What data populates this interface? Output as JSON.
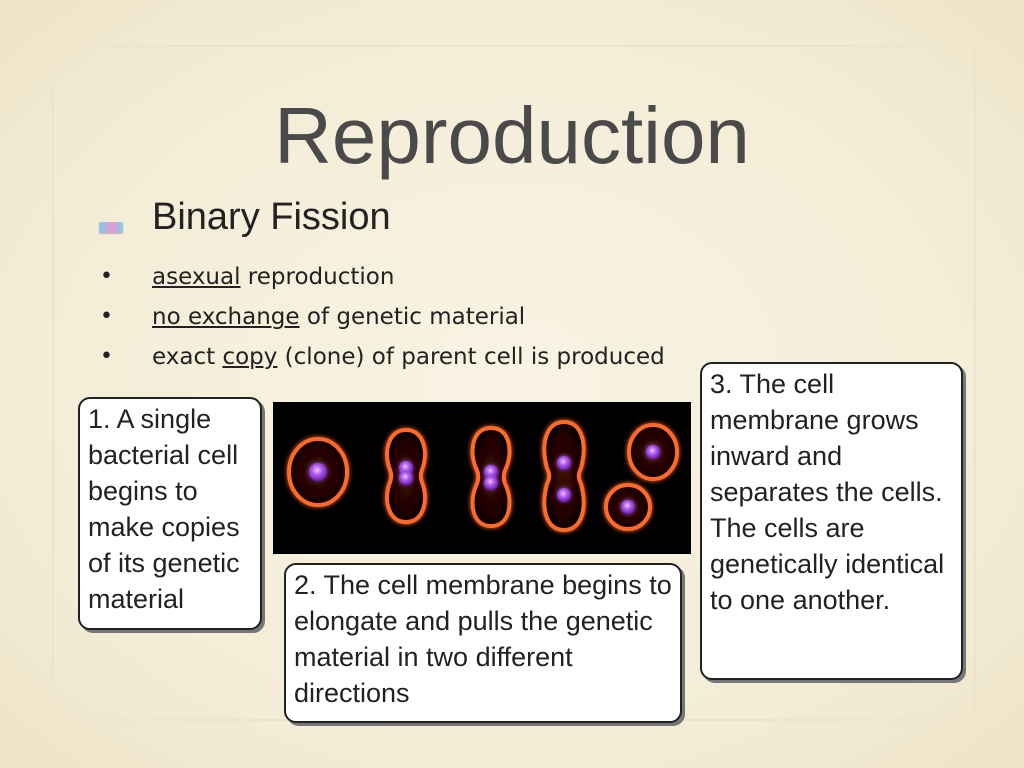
{
  "title": "Reproduction",
  "heading": "Binary Fission",
  "bullets": [
    {
      "u": "asexual",
      "rest": " reproduction"
    },
    {
      "u": "no exchange",
      "rest": " of genetic material"
    },
    {
      "pre": "exact ",
      "u": "copy",
      "rest": " (clone) of parent cell is produced"
    }
  ],
  "bullet_glyph": "•",
  "captions": {
    "step1": "1. A single bacterial cell begins to make copies of its genetic material",
    "step2": "2. The cell membrane begins to elongate and pulls the genetic material in two different directions",
    "step3": "3. The cell membrane grows inward and separates the cells.  The cells are genetically identical to one another."
  },
  "colors": {
    "background": "#f3ecd6",
    "title": "#4a4a4a",
    "cell_membrane": "#ff6a2a",
    "cell_core": "#a040e0",
    "image_bg": "#000000"
  }
}
